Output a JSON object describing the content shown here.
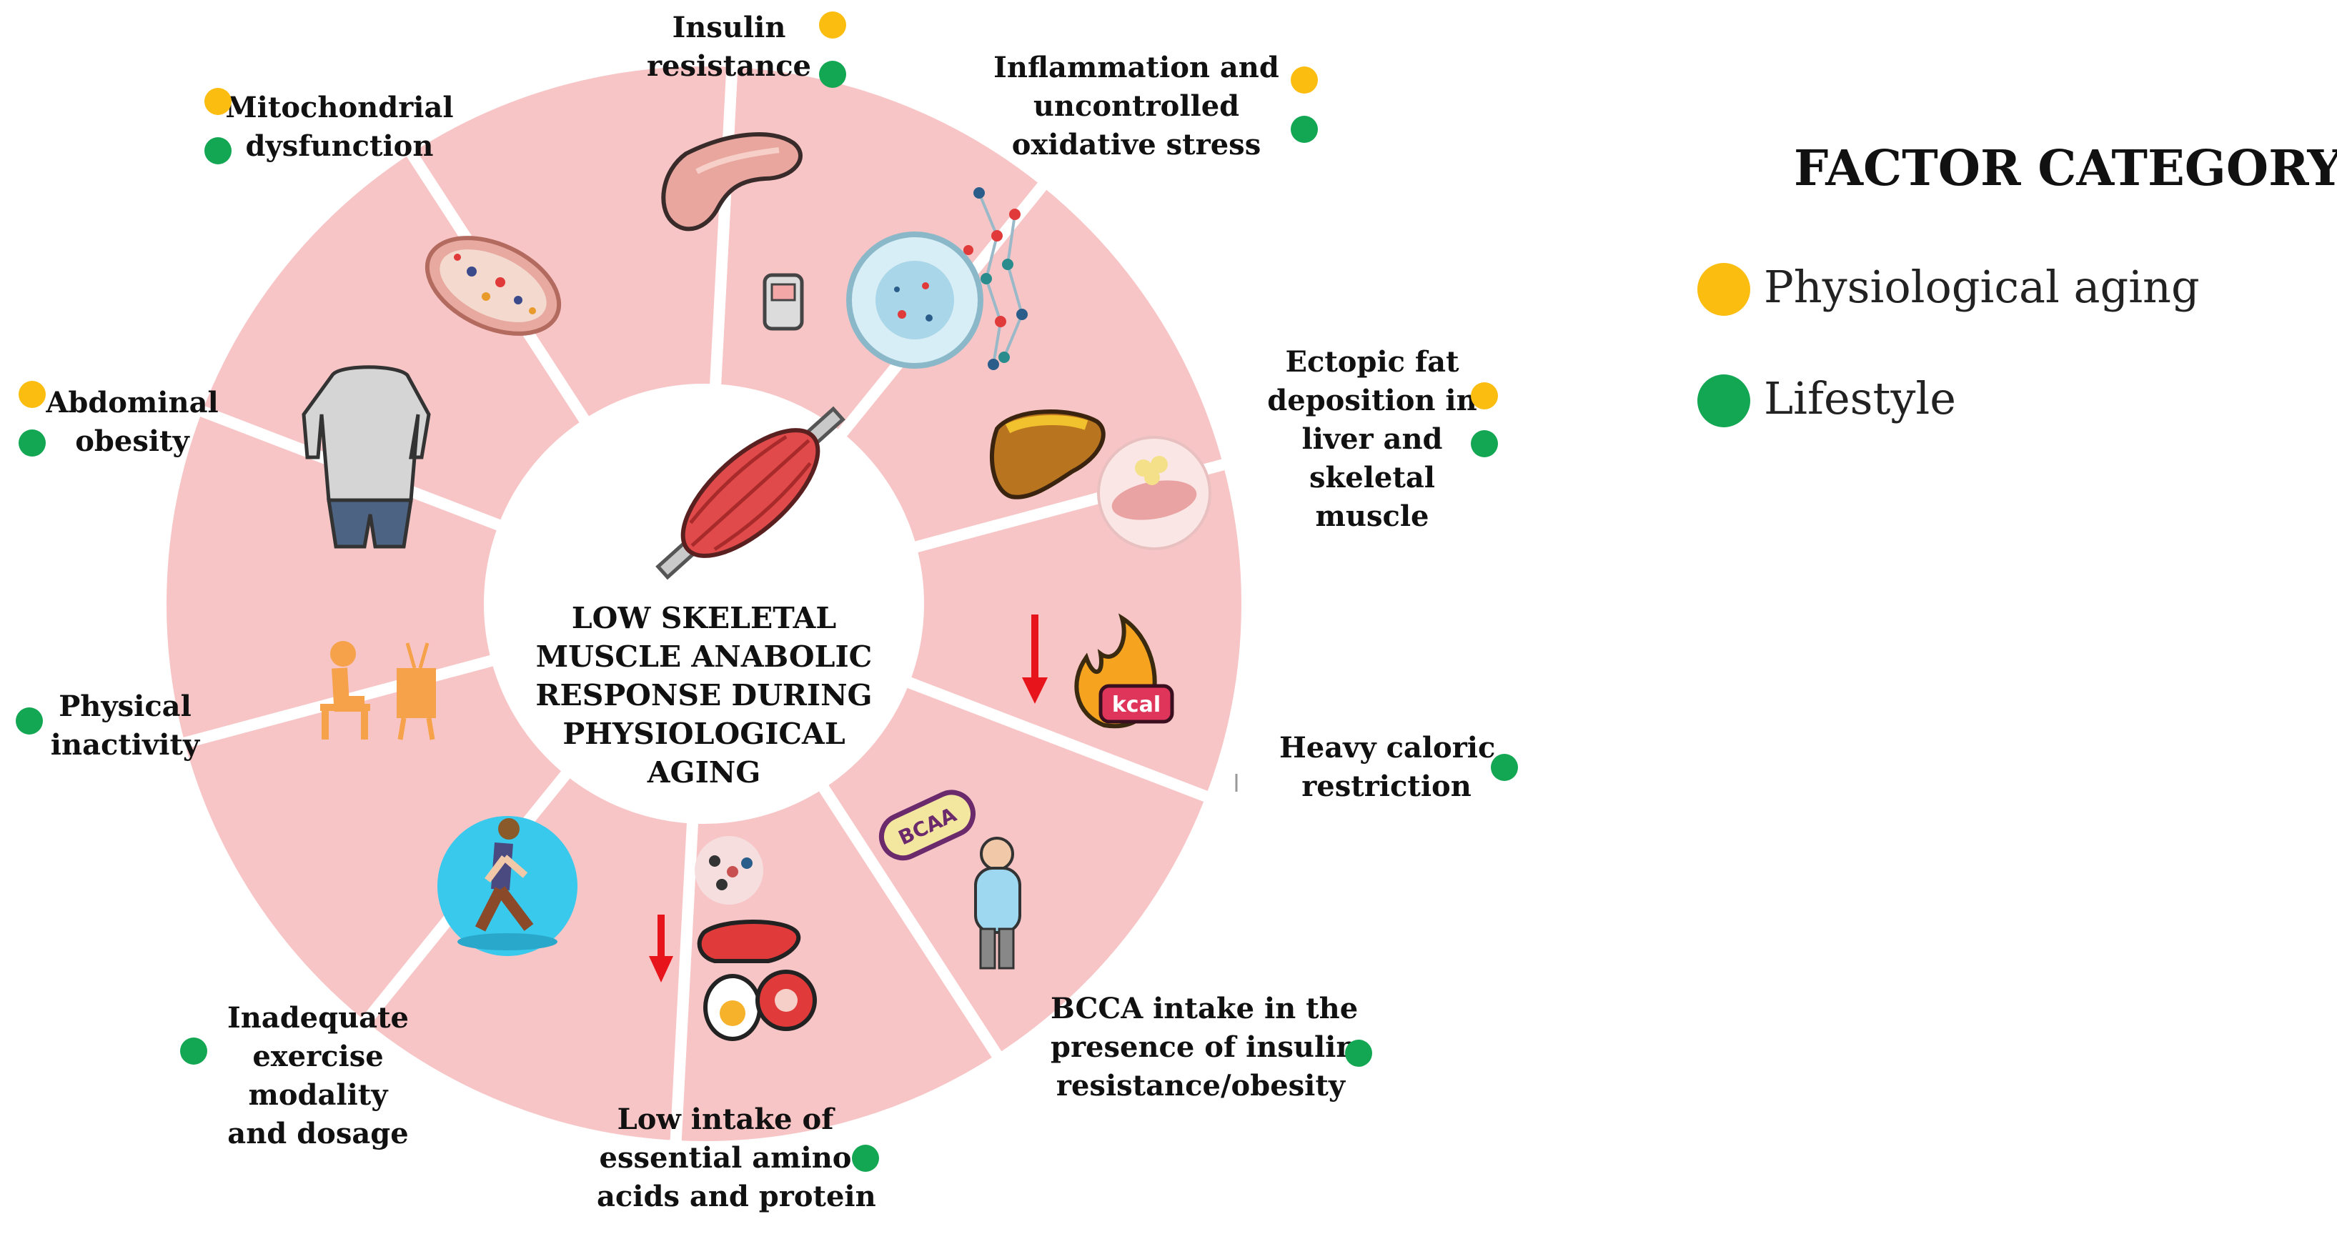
{
  "center": {
    "title_lines": [
      "LOW SKELETAL",
      "MUSCLE ANABOLIC",
      "RESPONSE DURING",
      "PHYSIOLOGICAL",
      "AGING"
    ],
    "icon": "muscle-icon"
  },
  "legend": {
    "title": "FACTOR CATEGORY",
    "items": [
      {
        "label": "Physiological aging",
        "color": "#fbbd0f"
      },
      {
        "label": "Lifestyle",
        "color": "#13a653"
      }
    ]
  },
  "colors": {
    "segment_fill": "#f8c5c6",
    "segment_gap": "#ffffff",
    "physiological": "#fbbd0f",
    "lifestyle": "#13a653",
    "arrow": "#e8141b"
  },
  "factors": [
    {
      "lines": [
        "Insulin",
        "resistance"
      ],
      "categories": [
        "physiological",
        "lifestyle"
      ],
      "icon": "pancreas-icon"
    },
    {
      "lines": [
        "Inflammation and",
        "uncontrolled",
        "oxidative stress"
      ],
      "categories": [
        "physiological",
        "lifestyle"
      ],
      "icon": "cell-icon"
    },
    {
      "lines": [
        "Ectopic fat",
        "deposition in",
        "liver and",
        "skeletal",
        "muscle"
      ],
      "categories": [
        "physiological",
        "lifestyle"
      ],
      "icon": "fatty-liver-icon"
    },
    {
      "lines": [
        "Heavy caloric",
        "restriction"
      ],
      "categories": [
        "lifestyle"
      ],
      "icon": "kcal-flame-icon",
      "icon_text": "kcal"
    },
    {
      "lines": [
        "BCCA intake in the",
        "presence of insulin",
        "resistance/obesity"
      ],
      "categories": [
        "lifestyle"
      ],
      "icon": "bcaa-pill-icon",
      "icon_text": "BCAA"
    },
    {
      "lines": [
        "Low intake of",
        "essential amino",
        "acids and protein"
      ],
      "categories": [
        "lifestyle"
      ],
      "icon": "protein-food-icon"
    },
    {
      "lines": [
        "Inadequate",
        "exercise",
        "modality",
        "and dosage"
      ],
      "categories": [
        "lifestyle"
      ],
      "icon": "walking-person-icon"
    },
    {
      "lines": [
        "Physical",
        "inactivity"
      ],
      "categories": [
        "lifestyle"
      ],
      "icon": "sedentary-tv-icon"
    },
    {
      "lines": [
        "Abdominal",
        "obesity"
      ],
      "categories": [
        "physiological",
        "lifestyle"
      ],
      "icon": "obese-body-icon"
    },
    {
      "lines": [
        "Mitochondrial",
        "dysfunction"
      ],
      "categories": [
        "physiological",
        "lifestyle"
      ],
      "icon": "mitochondria-icon"
    }
  ]
}
